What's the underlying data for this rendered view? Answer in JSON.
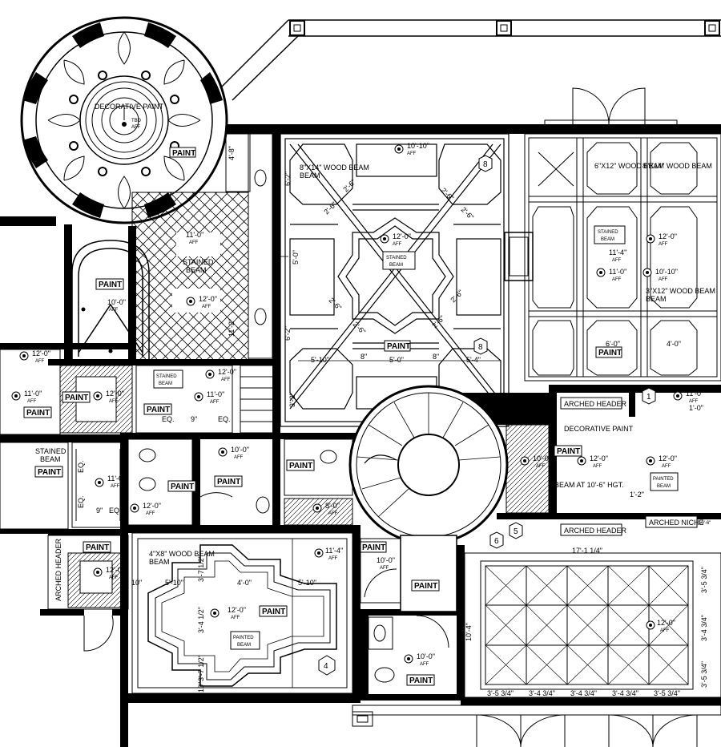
{
  "notes": {
    "decorative_paint_top": "DECORATIVE PAINT",
    "tbd": "TBD",
    "aff": "AFF",
    "paint": "PAINT",
    "stained_beam": "STAINED BEAM",
    "wood_beam_8x14_left": "8\"X14\" WOOD BEAM",
    "wood_beam_6x12": "6\"X12\" WOOD BEAM",
    "wood_beam_8x14_right": "8\"X14\" WOOD BEAM",
    "wood_beam_3x12": "3\"X12\" WOOD BEAM",
    "wood_beam_4x8": "4\"X8\" WOOD BEAM",
    "painted_beam": "PAINTED BEAM",
    "arched_header": "ARCHED HEADER",
    "arched_niche": "ARCHED NICHE",
    "decorative_paint_mid": "DECORATIVE PAINT",
    "beam_hgt": "BEAM AT 10'-6\" HGT.",
    "eq": "EQ."
  },
  "heights": {
    "h10_10": "10'-10\"",
    "h12_0": "12'-0\"",
    "h11_0": "11'-0\"",
    "h11_4": "11'-4\"",
    "h10_0": "10'-0\"",
    "h8_0": "8'-0\"",
    "h10_6": "10'-6\""
  },
  "dimensions": {
    "d6_2": "6'-2\"",
    "d5_0": "5'-0\"",
    "d2_6": "2'-6\"",
    "d5_10": "5'-10\"",
    "d5_4": "5'-4\"",
    "d8": "8\"",
    "d3_2": "3'-2\"",
    "d4_0": "4'-0\"",
    "d3_7_half": "3'-7 1/2\"",
    "d3_4_half": "3'-4 1/2\"",
    "d10": "10\"",
    "d9": "9\"",
    "d1_0": "1'-0\"",
    "d1_2": "1'-2\"",
    "d17_1_quarter": "17'-1 1/4\"",
    "d3_5_3q": "3'-5 3/4\"",
    "d3_4_3q": "3'-4 3/4\"",
    "d10_4": "10'-4\"",
    "d11_2": "11'-2\"",
    "d4_8": "4'-8\"",
    "d6_0": "6'-0\""
  },
  "tags": {
    "t1": "1",
    "t4": "4",
    "t5": "5",
    "t6": "6",
    "t8": "8"
  }
}
